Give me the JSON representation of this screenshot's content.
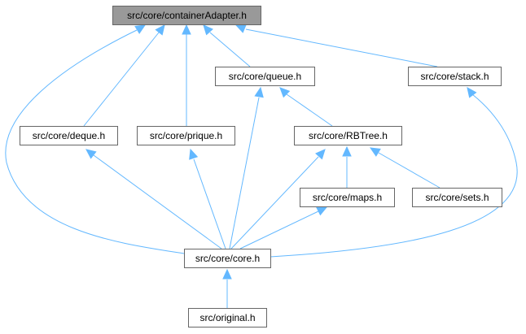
{
  "diagram": {
    "nodes": [
      {
        "id": "containerAdapter",
        "label": "src/core/containerAdapter.h",
        "root": true
      },
      {
        "id": "queue",
        "label": "src/core/queue.h"
      },
      {
        "id": "stack",
        "label": "src/core/stack.h"
      },
      {
        "id": "deque",
        "label": "src/core/deque.h"
      },
      {
        "id": "prique",
        "label": "src/core/prique.h"
      },
      {
        "id": "rbtree",
        "label": "src/core/RBTree.h"
      },
      {
        "id": "maps",
        "label": "src/core/maps.h"
      },
      {
        "id": "sets",
        "label": "src/core/sets.h"
      },
      {
        "id": "core",
        "label": "src/core/core.h"
      },
      {
        "id": "original",
        "label": "src/original.h"
      }
    ],
    "edges": [
      {
        "from": "deque",
        "to": "containerAdapter"
      },
      {
        "from": "prique",
        "to": "containerAdapter"
      },
      {
        "from": "queue",
        "to": "containerAdapter"
      },
      {
        "from": "stack",
        "to": "containerAdapter"
      },
      {
        "from": "core",
        "to": "containerAdapter"
      },
      {
        "from": "rbtree",
        "to": "queue"
      },
      {
        "from": "core",
        "to": "queue"
      },
      {
        "from": "core",
        "to": "stack"
      },
      {
        "from": "core",
        "to": "deque"
      },
      {
        "from": "core",
        "to": "prique"
      },
      {
        "from": "maps",
        "to": "rbtree"
      },
      {
        "from": "sets",
        "to": "rbtree"
      },
      {
        "from": "core",
        "to": "rbtree"
      },
      {
        "from": "core",
        "to": "maps"
      },
      {
        "from": "original",
        "to": "core"
      }
    ]
  },
  "colors": {
    "edge": "#63b8ff",
    "node_border": "#666666",
    "root_fill": "#999999"
  }
}
